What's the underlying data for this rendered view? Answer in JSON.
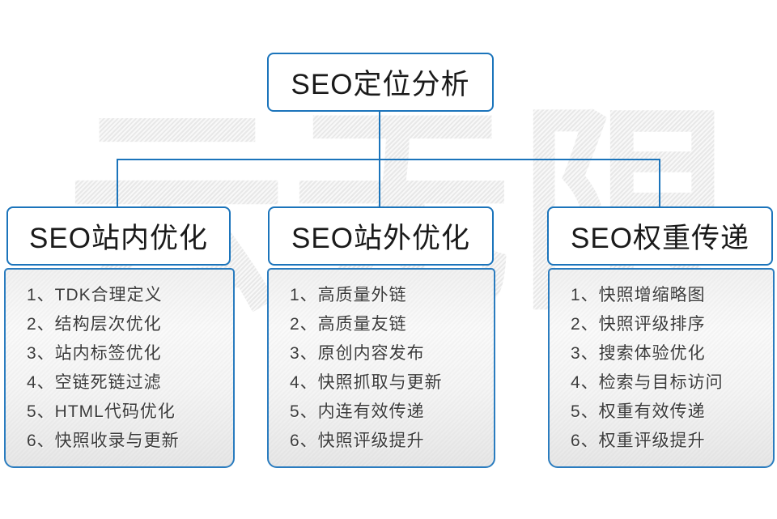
{
  "diagram": {
    "watermark_text": "云无限",
    "colors": {
      "line_blue": "#1b74bb",
      "border_blue": "#1b74bb",
      "text_dark": "#3b3b3b"
    },
    "root": {
      "title": "SEO定位分析"
    },
    "columns": [
      {
        "title": "SEO站内优化",
        "items": [
          "1、TDK合理定义",
          "2、结构层次优化",
          "3、站内标签优化",
          "4、空链死链过滤",
          "5、HTML代码优化",
          "6、快照收录与更新"
        ]
      },
      {
        "title": "SEO站外优化",
        "items": [
          "1、高质量外链",
          "2、高质量友链",
          "3、原创内容发布",
          "4、快照抓取与更新",
          "5、内连有效传递",
          "6、快照评级提升"
        ]
      },
      {
        "title": "SEO权重传递",
        "items": [
          "1、快照增缩略图",
          "2、快照评级排序",
          "3、搜索体验优化",
          "4、检索与目标访问",
          "5、权重有效传递",
          "6、权重评级提升"
        ]
      }
    ]
  }
}
